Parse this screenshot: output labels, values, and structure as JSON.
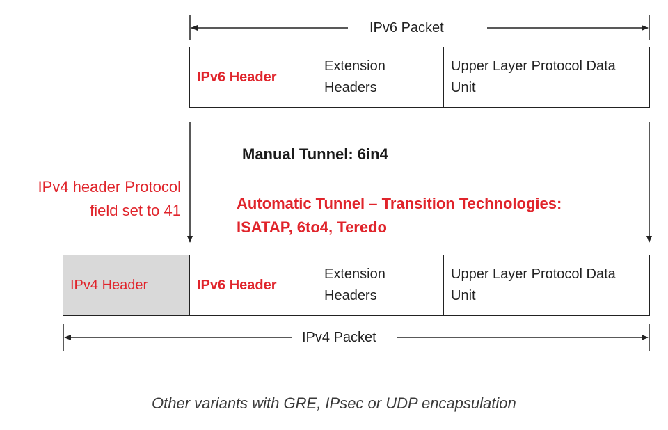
{
  "ipv6_packet": {
    "label": "IPv6 Packet",
    "cells": [
      "IPv6 Header",
      "Extension\nHeaders",
      "Upper Layer Protocol Data\nUnit"
    ]
  },
  "ipv4_packet": {
    "label": "IPv4 Packet",
    "cells": [
      "IPv4 Header",
      "IPv6 Header",
      "Extension\nHeaders",
      "Upper Layer Protocol Data\nUnit"
    ]
  },
  "annotations": {
    "manual_tunnel": "Manual Tunnel: 6in4",
    "automatic_tunnel": "Automatic Tunnel – Transition Technologies:\nISATAP, 6to4, Teredo",
    "protocol_field": "IPv4 header Protocol\nfield set to 41"
  },
  "footnote": "Other variants with GRE, IPsec or UDP encapsulation",
  "colors": {
    "accent_red": "#e0242b",
    "line": "#222222",
    "ipv4_header_fill": "#d9d9d9"
  }
}
